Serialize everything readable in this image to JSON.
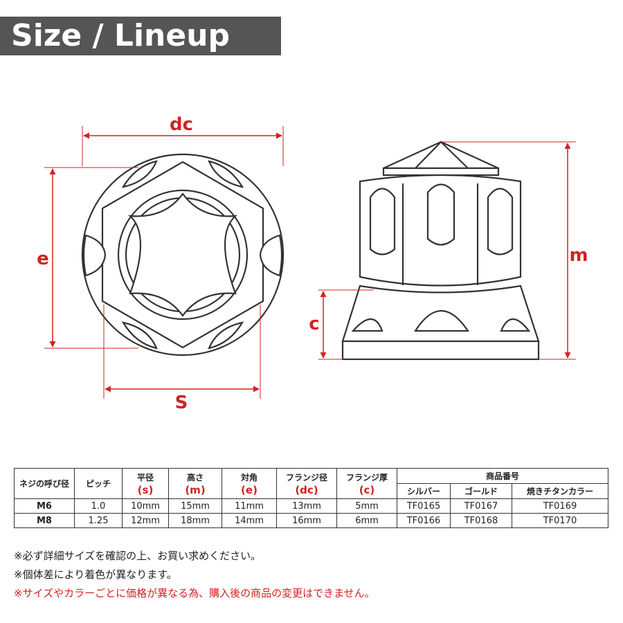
{
  "banner": {
    "title": "Size / Lineup"
  },
  "diagram": {
    "labels": {
      "dc": "dc",
      "e": "e",
      "s": "S",
      "c": "c",
      "m": "m"
    },
    "colors": {
      "dimension": "#d22222",
      "outline": "#333333"
    }
  },
  "table": {
    "headers": {
      "nominal": "ネジの呼び径",
      "pitch": "ピッチ",
      "width": {
        "jp": "平径",
        "sym": "(s)"
      },
      "height": {
        "jp": "高さ",
        "sym": "(m)"
      },
      "diagonal": {
        "jp": "対角",
        "sym": "(e)"
      },
      "flange_dia": {
        "jp": "フランジ径",
        "sym": "(dc)"
      },
      "flange_thk": {
        "jp": "フランジ厚",
        "sym": "(c)"
      },
      "product_no": "商品番号",
      "silver": "シルバー",
      "gold": "ゴールド",
      "burnt": "焼きチタンカラー"
    },
    "rows": [
      {
        "size": "M6",
        "pitch": "1.0",
        "s": "10mm",
        "m": "15mm",
        "e": "11mm",
        "dc": "13mm",
        "c": "5mm",
        "silver": "TF0165",
        "gold": "TF0167",
        "burnt": "TF0169"
      },
      {
        "size": "M8",
        "pitch": "1.25",
        "s": "12mm",
        "m": "18mm",
        "e": "14mm",
        "dc": "16mm",
        "c": "6mm",
        "silver": "TF0166",
        "gold": "TF0168",
        "burnt": "TF0170"
      }
    ]
  },
  "notes": [
    "※必ず詳細サイズを確認の上、お買い求めください。",
    "※個体差により着色が異なります。",
    "※サイズやカラーごとに価格が異なる為、購入後の商品の変更はできません。"
  ]
}
